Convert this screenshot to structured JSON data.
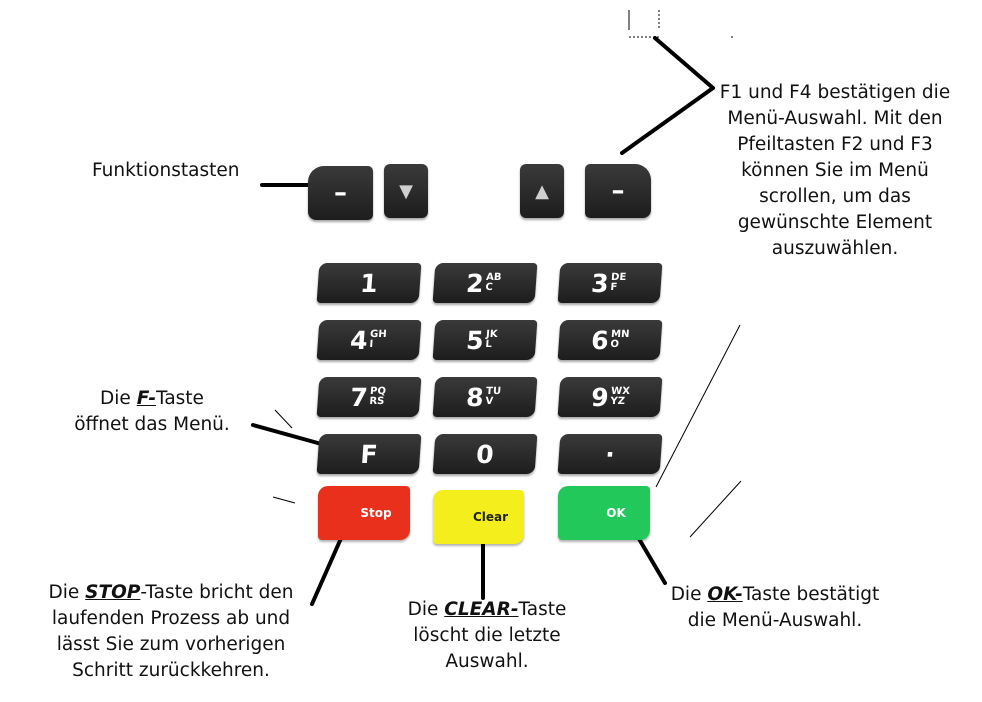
{
  "callouts": {
    "funktionstasten": "Funktionstasten",
    "f_key_pre": "Die ",
    "f_key_bold": "F-",
    "f_key_post": "Taste",
    "f_key_line2": "öffnet das Menü.",
    "top_right": [
      "F1 und F4 bestätigen die",
      "Menü-Auswahl. Mit den",
      "Pfeiltasten F2 und F3",
      "können Sie im Menü",
      "scrollen, um das",
      "gewünschte Element",
      "auszuwählen."
    ],
    "stop_pre": "Die ",
    "stop_bold": "STOP",
    "stop_post": "-Taste bricht den",
    "stop_line2": "laufenden Prozess ab und",
    "stop_line3": "lässt Sie zum vorherigen",
    "stop_line4": "Schritt zurückkehren.",
    "clear_pre": "Die ",
    "clear_bold": "CLEAR-",
    "clear_post": "Taste",
    "clear_line2": "löscht die letzte",
    "clear_line3": "Auswahl.",
    "ok_pre": "Die ",
    "ok_bold": "OK-",
    "ok_post": "Taste bestätigt",
    "ok_line2": "die Menü-Auswahl."
  },
  "keypad": {
    "function_keys": [
      "–",
      "▼",
      "▲",
      "–"
    ],
    "rows": [
      [
        {
          "digit": "1",
          "letters": ""
        },
        {
          "digit": "2",
          "letters": "AB C"
        },
        {
          "digit": "3",
          "letters": "DE F"
        }
      ],
      [
        {
          "digit": "4",
          "letters": "GH I"
        },
        {
          "digit": "5",
          "letters": "JK L"
        },
        {
          "digit": "6",
          "letters": "MN O"
        }
      ],
      [
        {
          "digit": "7",
          "letters": "PQ RS"
        },
        {
          "digit": "8",
          "letters": "TU V"
        },
        {
          "digit": "9",
          "letters": "WX YZ"
        }
      ],
      [
        {
          "digit": "F",
          "letters": ""
        },
        {
          "digit": "0",
          "letters": ""
        },
        {
          "digit": "·",
          "letters": ""
        }
      ]
    ],
    "stop_label": "Stop",
    "clear_label": "Clear",
    "ok_label": "OK"
  },
  "colors": {
    "stop": "#e8301c",
    "clear": "#f3ee1c",
    "ok": "#22c95a"
  }
}
